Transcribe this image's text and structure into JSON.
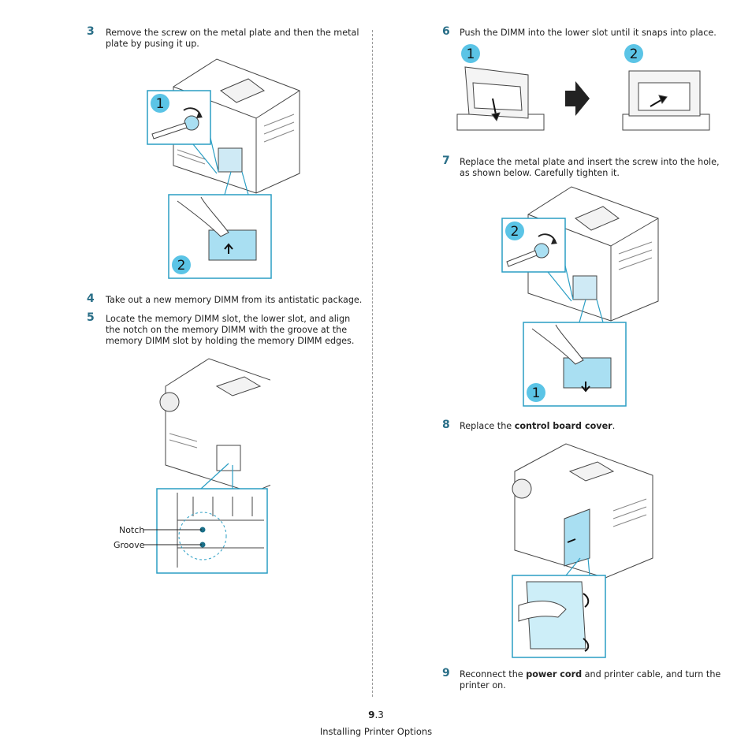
{
  "steps": [
    {
      "num": "3",
      "text": "Remove the screw on the metal plate and then the metal plate by pusing it up."
    },
    {
      "num": "4",
      "text": "Take out a new memory DIMM from its antistatic package."
    },
    {
      "num": "5",
      "text": "Locate the memory DIMM slot, the lower slot, and align the notch on the memory DIMM with the groove at the memory DIMM slot by holding the memory DIMM edges."
    },
    {
      "num": "6",
      "text": "Push the DIMM into the lower slot until it snaps into place."
    },
    {
      "num": "7",
      "text": "Replace the metal plate and insert the screw into the hole, as shown below. Carefully tighten it."
    },
    {
      "num": "8",
      "text_before": "Replace the ",
      "bold": "control board cover",
      "text_after": "."
    },
    {
      "num": "9",
      "text_before": "Reconnect the ",
      "bold": "power cord",
      "text_after": " and printer cable, and turn the printer on."
    }
  ],
  "figures": {
    "step3_badges": [
      "1",
      "2"
    ],
    "step5_callouts": [
      "Notch",
      "Groove"
    ],
    "step6_badges": [
      "1",
      "2"
    ],
    "step7_badges": [
      "2",
      "1"
    ]
  },
  "footer": {
    "page_bold": "9",
    "page_rest": ".3",
    "title": "Installing Printer Options"
  },
  "colors": {
    "accent": "#2a9ec4",
    "badge_fill": "#5bc4e6",
    "step_number": "#2a6f88",
    "panel_fill": "#a9dff2"
  }
}
